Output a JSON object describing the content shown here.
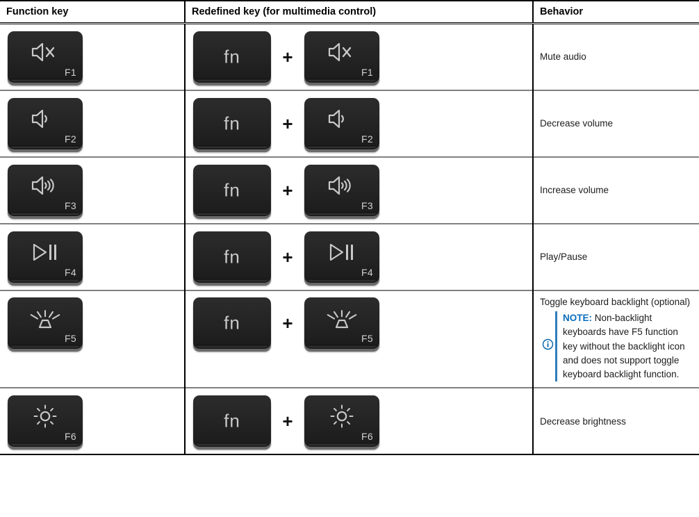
{
  "table": {
    "headers": [
      "Function key",
      "Redefined key (for multimedia control)",
      "Behavior"
    ],
    "modifier_key": "fn",
    "combiner": "+",
    "rows": [
      {
        "fkey": "F1",
        "icon": "speaker-mute-icon",
        "behavior": "Mute audio",
        "note": null
      },
      {
        "fkey": "F2",
        "icon": "speaker-low-volume-icon",
        "behavior": "Decrease volume",
        "note": null
      },
      {
        "fkey": "F3",
        "icon": "speaker-high-volume-icon",
        "behavior": "Increase volume",
        "note": null
      },
      {
        "fkey": "F4",
        "icon": "play-pause-icon",
        "behavior": "Play/Pause",
        "note": null
      },
      {
        "fkey": "F5",
        "icon": "keyboard-backlight-icon",
        "behavior": "Toggle keyboard backlight (optional)",
        "note": {
          "label": "NOTE:",
          "text": " Non-backlight keyboards have F5 function key without the backlight icon and does not support toggle keyboard backlight function.",
          "icon": "info-circle-icon"
        }
      },
      {
        "fkey": "F6",
        "icon": "brightness-decrease-icon",
        "behavior": "Decrease brightness",
        "note": null
      }
    ]
  },
  "colors": {
    "keycap_top": "#2c2c2c",
    "keycap_bottom": "#1b1b1b",
    "keycap_edge": "#6a6a6a",
    "glyph": "#c9c9c9",
    "note_accent": "#2e7ebb",
    "note_label": "#0a6ebd",
    "grid_line": "#808080",
    "border": "#000000",
    "text": "#1c1c1c"
  }
}
